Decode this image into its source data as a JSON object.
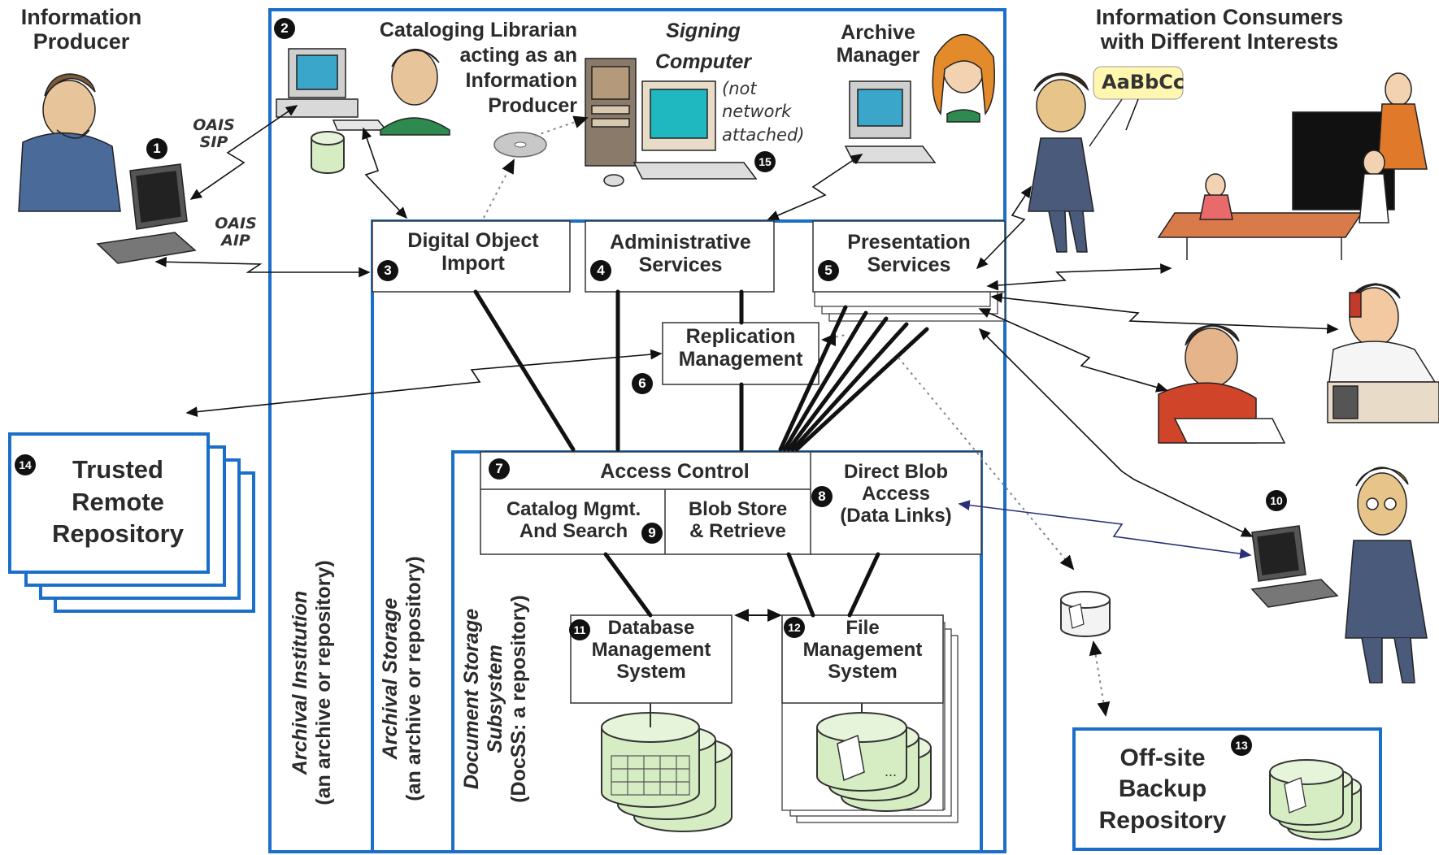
{
  "header": {
    "producer": [
      "Information",
      "Producer"
    ],
    "consumers": [
      "Information Consumers",
      "with Different Interests"
    ]
  },
  "labels": {
    "oais_sip": [
      "OAIS",
      "SIP"
    ],
    "oais_aip": [
      "OAIS",
      "AIP"
    ],
    "cataloging": [
      "Cataloging Librarian",
      "acting as an",
      "Information",
      "Producer"
    ],
    "signing": [
      "Signing",
      "Computer"
    ],
    "not_network": [
      "(not",
      "network",
      "attached)"
    ],
    "archive_manager": [
      "Archive",
      "Manager"
    ],
    "aabbcc": "AaBbCc"
  },
  "boxes": {
    "digital_object_import": [
      "Digital Object",
      "Import"
    ],
    "administrative_services": [
      "Administrative",
      "Services"
    ],
    "presentation_services": [
      "Presentation",
      "Services"
    ],
    "replication_management": [
      "Replication",
      "Management"
    ],
    "access_control": "Access Control",
    "catalog_mgmt": [
      "Catalog Mgmt.",
      "And Search"
    ],
    "blob_store": [
      "Blob Store",
      "& Retrieve"
    ],
    "direct_blob": [
      "Direct Blob",
      "Access",
      "(Data Links)"
    ],
    "dbms": [
      "Database",
      "Management",
      "System"
    ],
    "fms": [
      "File",
      "Management",
      "System"
    ],
    "trusted_remote": [
      "Trusted",
      "Remote",
      "Repository"
    ],
    "offsite_backup": [
      "Off-site",
      "Backup",
      "Repository"
    ]
  },
  "vertical_labels": {
    "archival_institution": [
      "Archival Institution",
      "(an archive or repository)"
    ],
    "archival_storage": [
      "Archival Storage",
      "(an archive or repository)"
    ],
    "document_storage": [
      "Document Storage",
      "Subsystem",
      "(DocSS: a repository)"
    ]
  },
  "numbers": [
    "1",
    "2",
    "3",
    "4",
    "5",
    "6",
    "7",
    "8",
    "9",
    "10",
    "11",
    "12",
    "13",
    "14",
    "15"
  ],
  "icons": [
    "producer-person-icon",
    "laptop-icon",
    "desktop-computer-icon",
    "librarian-person-icon",
    "disk-cylinder-icon",
    "cd-icon",
    "signing-computer-icon",
    "manager-person-icon",
    "teacher-person-icon",
    "classroom-icon",
    "phone-person-icon",
    "student-person-icon",
    "worried-person-icon",
    "tape-cylinder-icon",
    "database-stack-icon",
    "file-stack-icon"
  ],
  "colors": {
    "accent_blue": "#1b6fc8",
    "line": "#111111",
    "cylinder_green": "#d6edc4"
  }
}
